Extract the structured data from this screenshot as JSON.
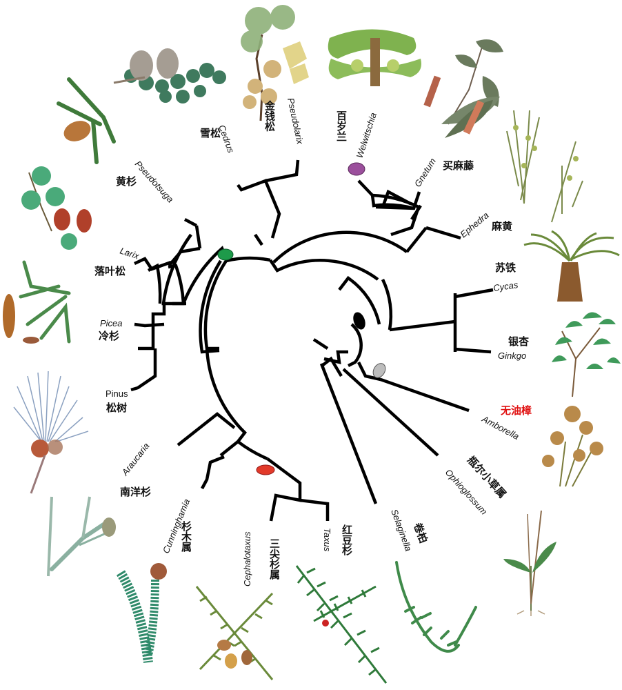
{
  "diagram": {
    "type": "circular phylogenetic tree",
    "subject": "Gymnosperm phylogeny with outgroups",
    "node_markers": [
      {
        "name": "conifer-pinaceae-node",
        "color": "#1e9a4a"
      },
      {
        "name": "gnetales-node",
        "color": "#9b4f9c"
      },
      {
        "name": "cupressophyte-node",
        "color": "#e23a2a"
      },
      {
        "name": "seed-plant-node",
        "color": "#000000"
      },
      {
        "name": "angiosperm-node",
        "color": "#bfbfbf"
      }
    ],
    "taxa": [
      {
        "latin": "Pseudolarix",
        "cn": "金钱松"
      },
      {
        "latin": "Cedrus",
        "cn": "雪松"
      },
      {
        "latin": "Pseudotsuga",
        "cn": "黄杉"
      },
      {
        "latin": "Larix",
        "cn": "落叶松"
      },
      {
        "latin": "Picea",
        "cn": "冷杉"
      },
      {
        "latin": "Pinus",
        "cn": "松树"
      },
      {
        "latin": "Araucaria",
        "cn": "南洋杉"
      },
      {
        "latin": "Cunninghamia",
        "cn": "杉木属"
      },
      {
        "latin": "Cephalotaxus",
        "cn": "三尖杉属"
      },
      {
        "latin": "Taxus",
        "cn": "红豆杉"
      },
      {
        "latin": "Selaginella",
        "cn": "卷柏"
      },
      {
        "latin": "Ophioglossum",
        "cn": "瓶尔小草属"
      },
      {
        "latin": "Amborella",
        "cn": "无油樟",
        "highlight": "#e01010"
      },
      {
        "latin": "Ginkgo",
        "cn": "银杏"
      },
      {
        "latin": "Cycas",
        "cn": "苏铁"
      },
      {
        "latin": "Ephedra",
        "cn": "麻黄"
      },
      {
        "latin": "Gnetum",
        "cn": "买麻藤"
      },
      {
        "latin": "Welwitschia",
        "cn": "百岁兰"
      }
    ]
  },
  "illustrations": [
    {
      "name": "cedrus-plant",
      "desc": "cedar branch with grey cones"
    },
    {
      "name": "pseudolarix-plant",
      "desc": "golden larch branch"
    },
    {
      "name": "welwitschia-plant",
      "desc": "welwitschia ribbon leaves"
    },
    {
      "name": "gnetum-plant",
      "desc": "gnetum leaves with red strobili"
    },
    {
      "name": "ephedra-plant",
      "desc": "ephedra jointed stems"
    },
    {
      "name": "cycas-plant",
      "desc": "cycad palm"
    },
    {
      "name": "ginkgo-plant",
      "desc": "ginkgo fan leaves"
    },
    {
      "name": "amborella-plant",
      "desc": "amborella flowers"
    },
    {
      "name": "ophioglossum-plant",
      "desc": "adder's tongue fern"
    },
    {
      "name": "selaginella-plant",
      "desc": "spikemoss frond"
    },
    {
      "name": "taxus-plant",
      "desc": "yew with red aril"
    },
    {
      "name": "cephalotaxus-plant",
      "desc": "plum yew with seeds"
    },
    {
      "name": "cunninghamia-plant",
      "desc": "china fir with cone"
    },
    {
      "name": "araucaria-plant",
      "desc": "araucaria stem"
    },
    {
      "name": "pinus-plant",
      "desc": "pine needles with cone"
    },
    {
      "name": "picea-plant",
      "desc": "spruce branch with cone"
    },
    {
      "name": "larix-plant",
      "desc": "larch with red cones"
    },
    {
      "name": "pseudotsuga-plant",
      "desc": "douglas fir branch with cone"
    }
  ]
}
